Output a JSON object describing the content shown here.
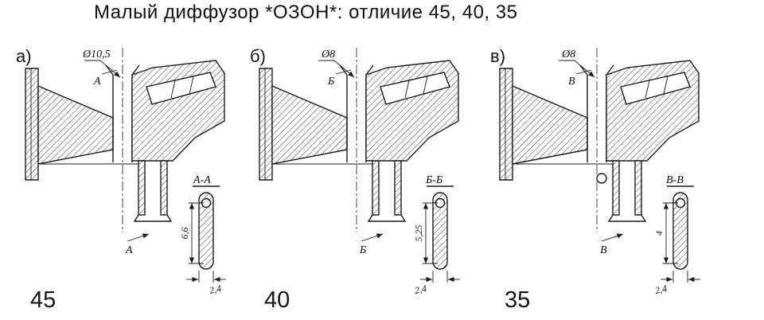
{
  "title": "Малый диффузор *ОЗОН*: отличие 45, 40, 35",
  "colors": {
    "ink": "#1c1c1c",
    "paper": "#ffffff"
  },
  "panels": [
    {
      "label": "а)",
      "diameter": "Ø10,5",
      "cut_letter": "А",
      "section_label": "А-А",
      "slot_length": "6,6",
      "slot_width": "2,4",
      "variant": "45"
    },
    {
      "label": "б)",
      "diameter": "Ø8",
      "cut_letter": "Б",
      "section_label": "Б-Б",
      "slot_length": "5,25",
      "slot_width": "2,4",
      "variant": "40"
    },
    {
      "label": "в)",
      "diameter": "Ø8",
      "cut_letter": "В",
      "section_label": "В-В",
      "slot_length": "4",
      "slot_width": "2,4",
      "variant": "35"
    }
  ]
}
